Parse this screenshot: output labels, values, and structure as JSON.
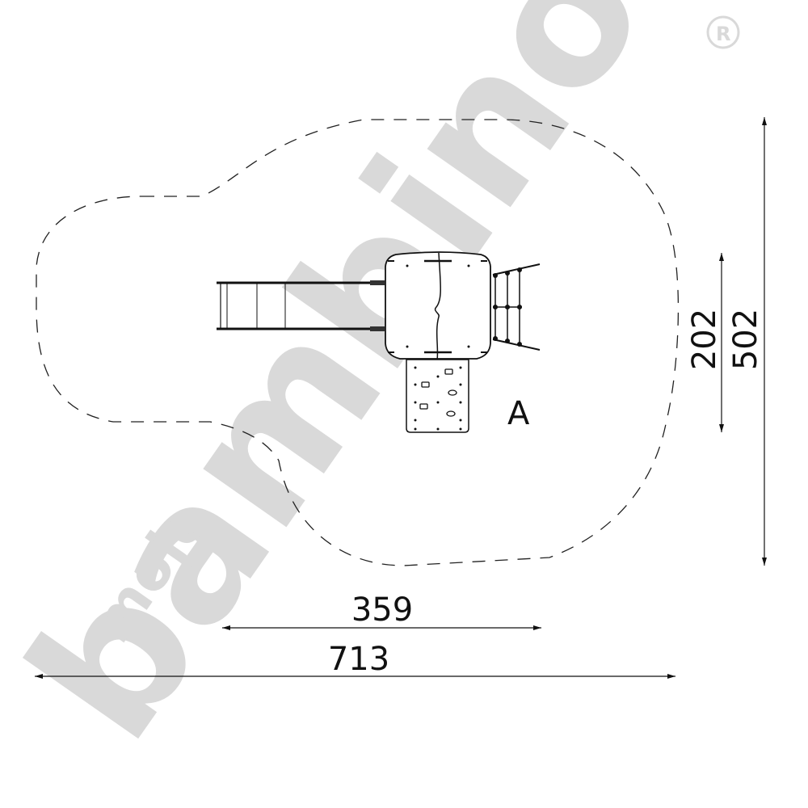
{
  "diagram": {
    "type": "playground-equipment-top-view",
    "zone_label": "A",
    "dimensions": {
      "width_total": "713",
      "width_equipment": "359",
      "depth_total": "502",
      "depth_equipment": "202"
    },
    "components": [
      "slide",
      "platform-tower",
      "climbing-wall",
      "rope-ladder",
      "safety-zone-outline"
    ]
  },
  "watermark": {
    "brand_small": "moje",
    "brand_large": "bambino",
    "registered_mark": "®",
    "color": "#d9d9d9"
  },
  "colors": {
    "line": "#111111",
    "background": "#ffffff"
  }
}
